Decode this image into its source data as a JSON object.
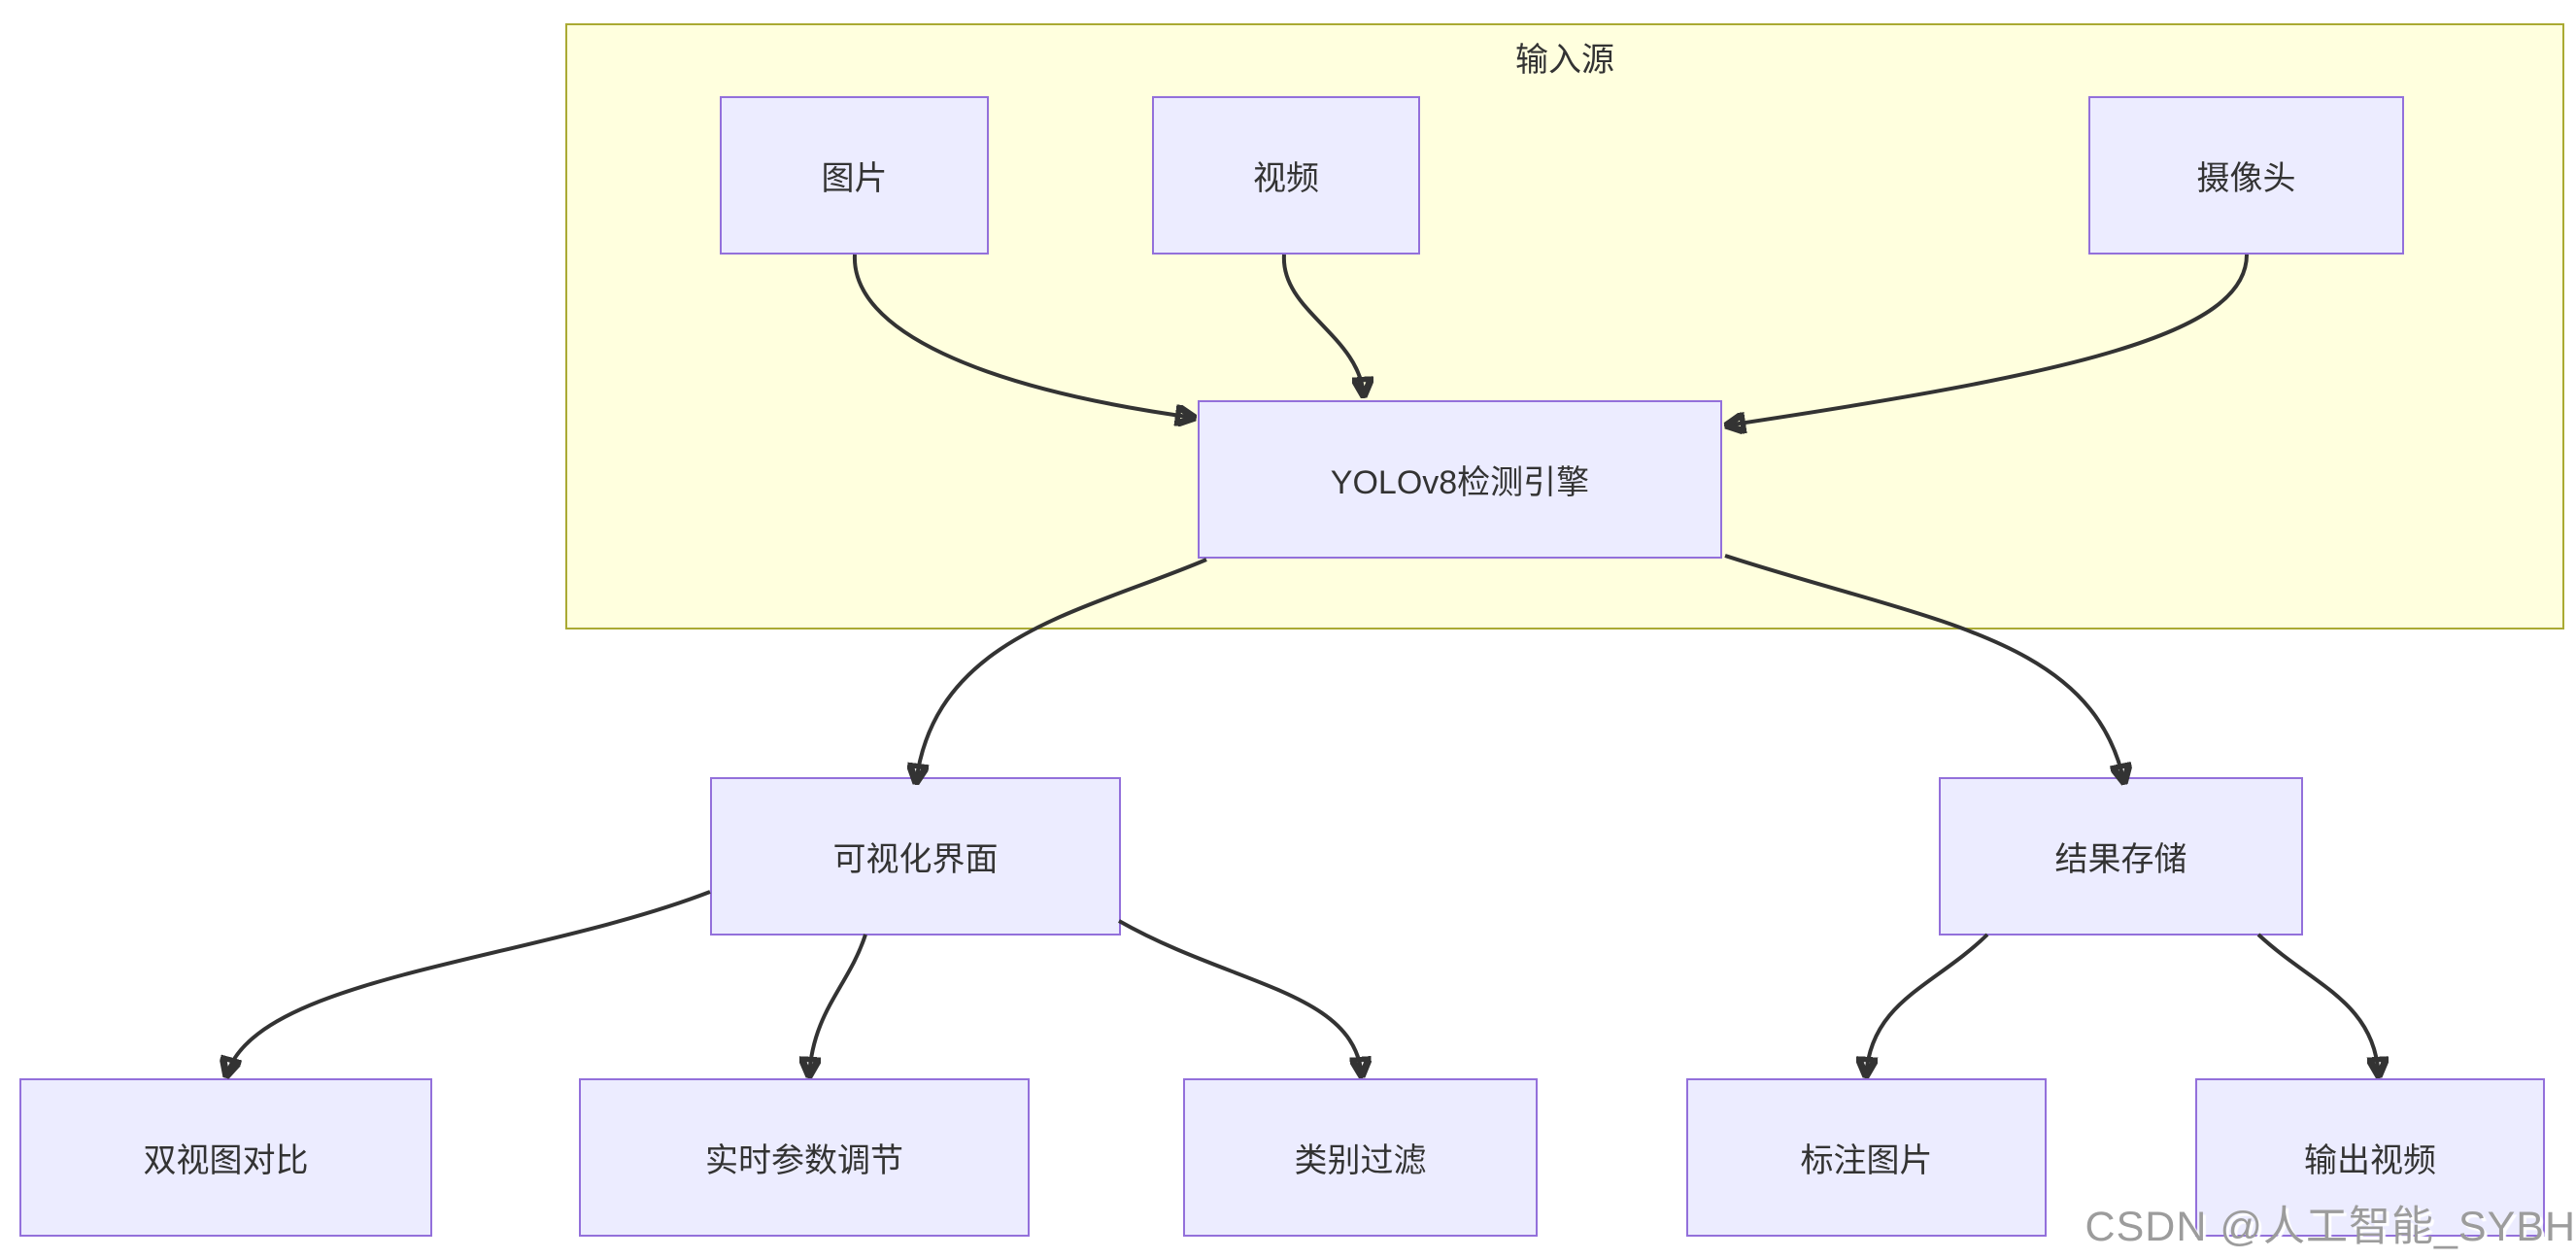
{
  "diagram": {
    "type": "flowchart",
    "container": {
      "title": "输入源",
      "contains": [
        "图片",
        "视频",
        "摄像头",
        "YOLOv8检测引擎"
      ]
    },
    "nodes": [
      {
        "id": "image",
        "label": "图片"
      },
      {
        "id": "video",
        "label": "视频"
      },
      {
        "id": "camera",
        "label": "摄像头"
      },
      {
        "id": "engine",
        "label": "YOLOv8检测引擎"
      },
      {
        "id": "ui",
        "label": "可视化界面"
      },
      {
        "id": "storage",
        "label": "结果存储"
      },
      {
        "id": "dualview",
        "label": "双视图对比"
      },
      {
        "id": "params",
        "label": "实时参数调节"
      },
      {
        "id": "filter",
        "label": "类别过滤"
      },
      {
        "id": "annotated",
        "label": "标注图片"
      },
      {
        "id": "outvideo",
        "label": "输出视频"
      }
    ],
    "edges": [
      {
        "from": "图片",
        "to": "YOLOv8检测引擎"
      },
      {
        "from": "视频",
        "to": "YOLOv8检测引擎"
      },
      {
        "from": "摄像头",
        "to": "YOLOv8检测引擎"
      },
      {
        "from": "YOLOv8检测引擎",
        "to": "可视化界面"
      },
      {
        "from": "YOLOv8检测引擎",
        "to": "结果存储"
      },
      {
        "from": "可视化界面",
        "to": "双视图对比"
      },
      {
        "from": "可视化界面",
        "to": "实时参数调节"
      },
      {
        "from": "可视化界面",
        "to": "类别过滤"
      },
      {
        "from": "结果存储",
        "to": "标注图片"
      },
      {
        "from": "结果存储",
        "to": "输出视频"
      }
    ],
    "colors": {
      "container_fill": "#FFFFDE",
      "container_border": "#AAAA33",
      "node_fill": "#ECECFF",
      "node_border": "#9370DB",
      "edge": "#333333",
      "text": "#333333",
      "background": "#FFFFFF",
      "watermark": "#9C9C9C"
    }
  },
  "watermark": {
    "text": "CSDN @人工智能_SYBH"
  }
}
